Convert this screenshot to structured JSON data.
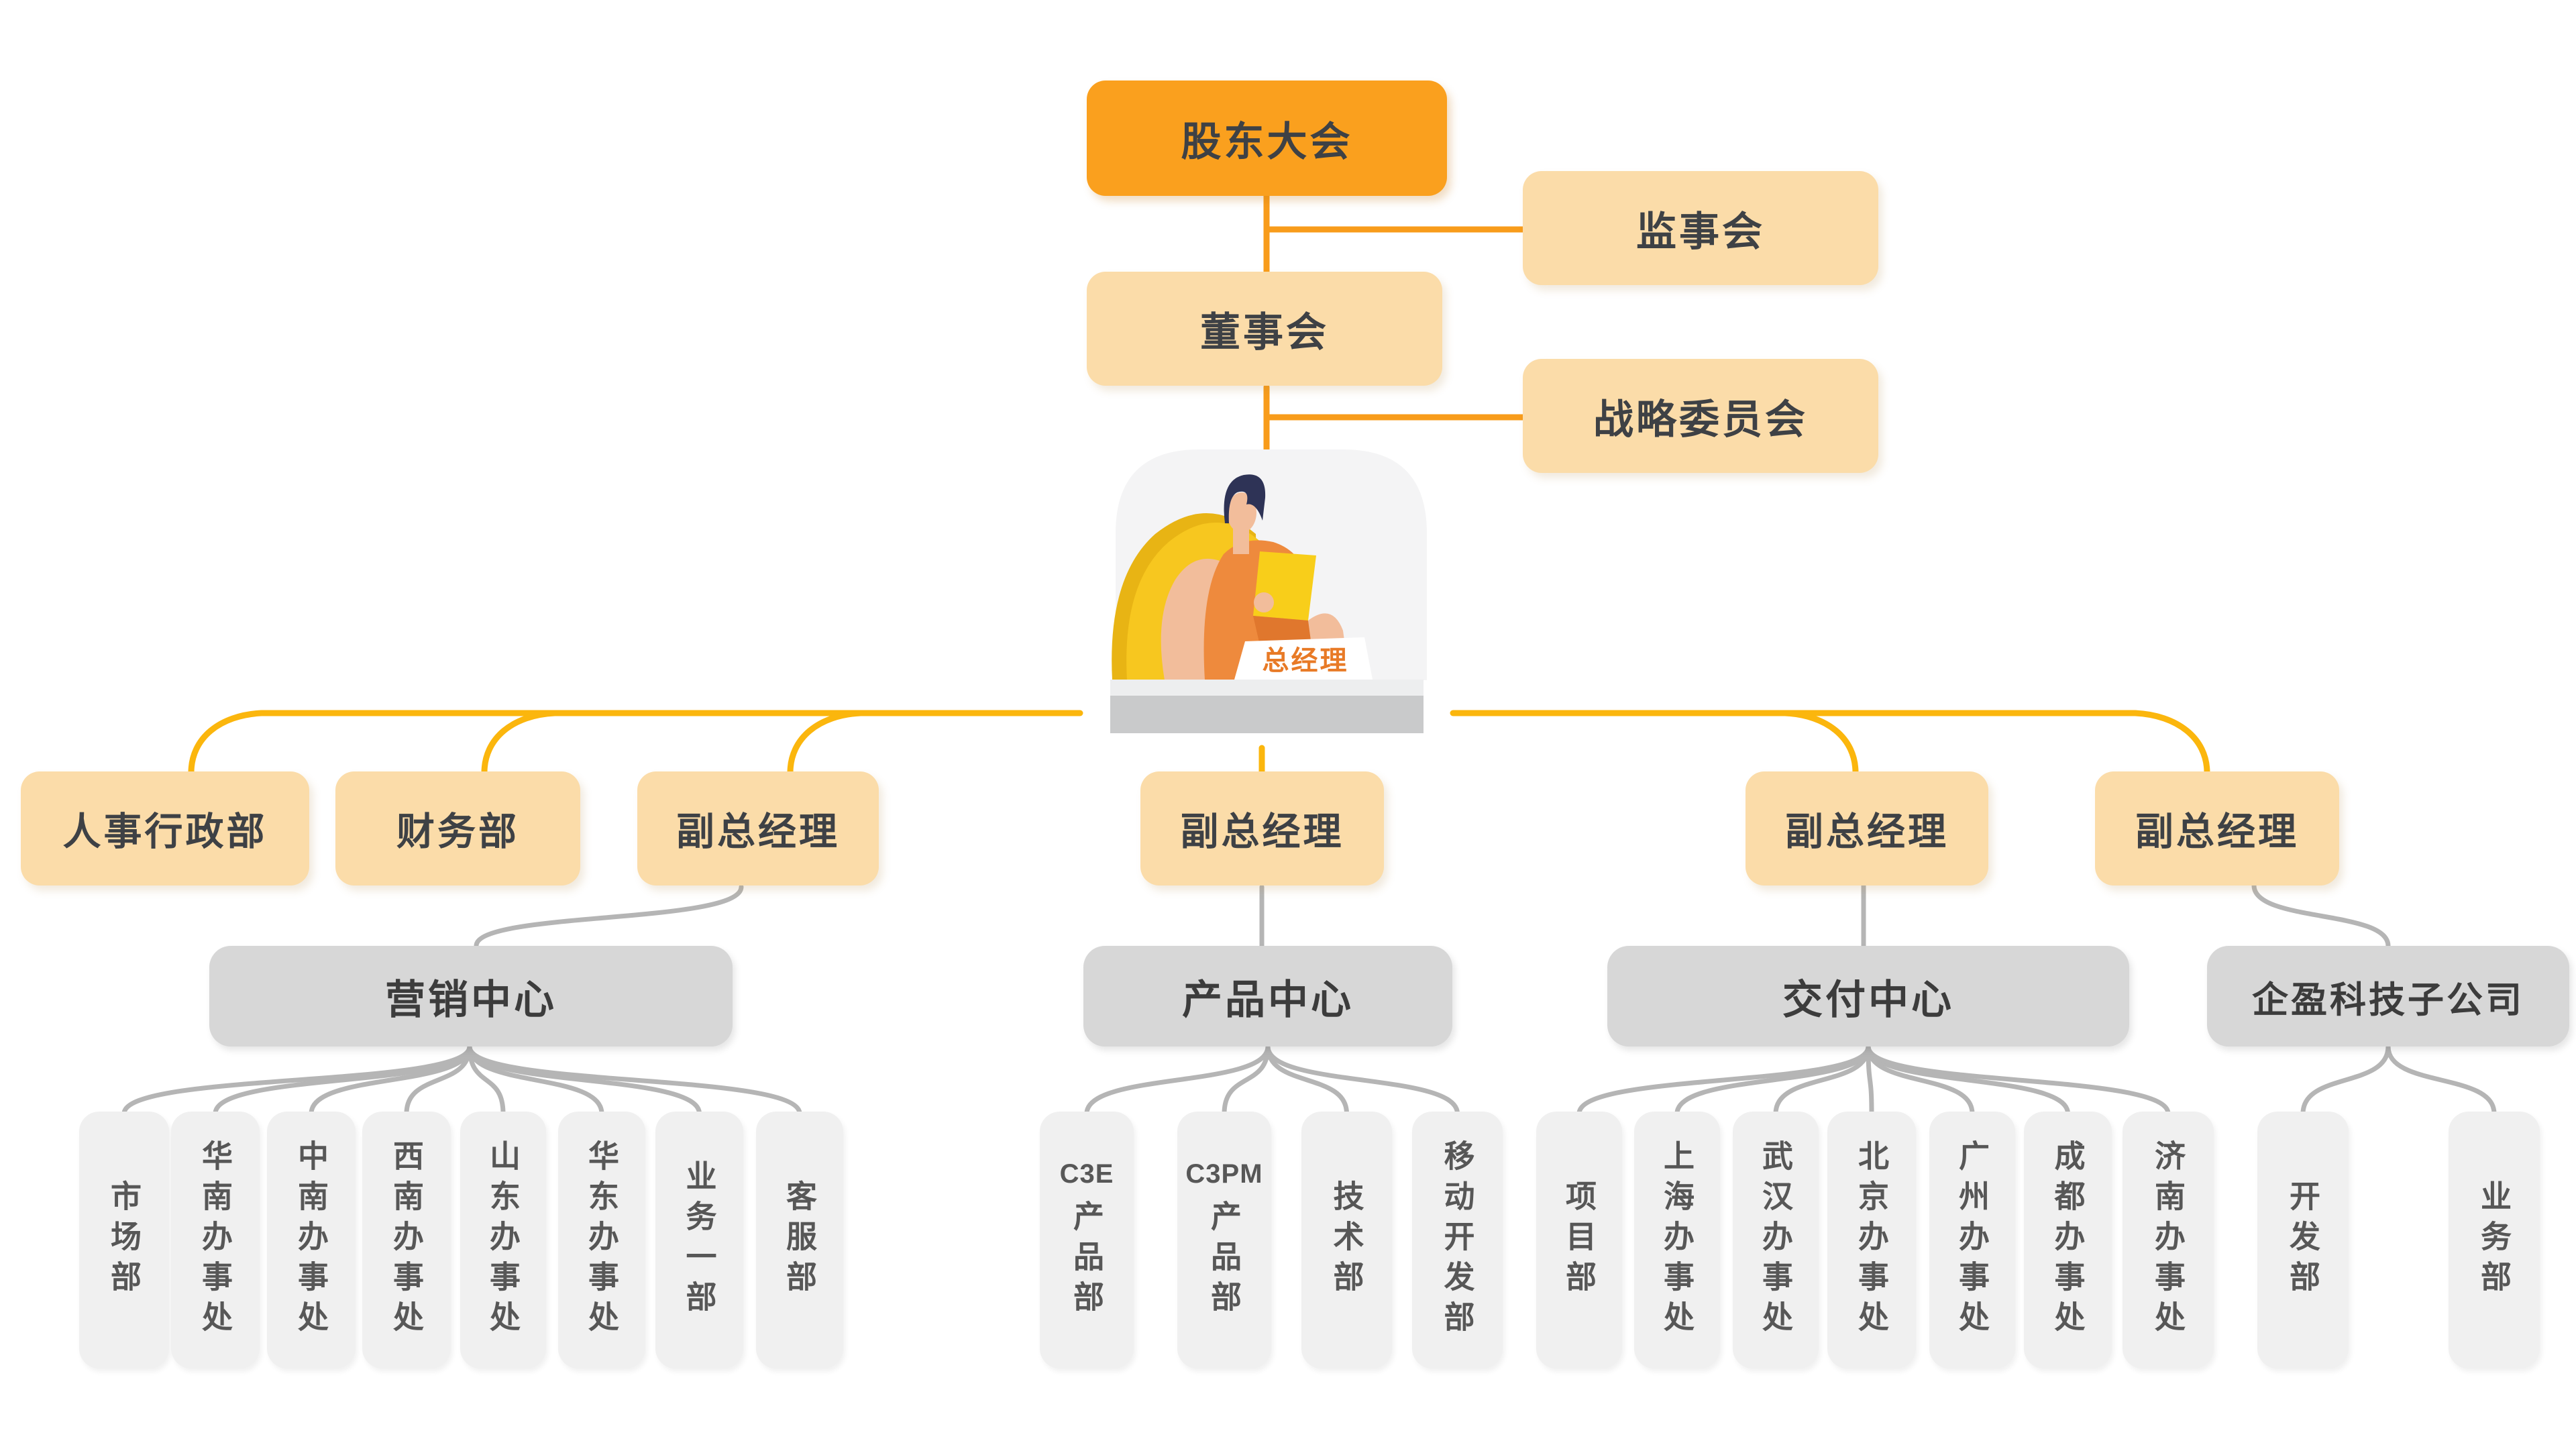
{
  "org": {
    "shareholders": {
      "label": "股东大会"
    },
    "supervisors": {
      "label": "监事会"
    },
    "board": {
      "label": "董事会"
    },
    "strategy": {
      "label": "战略委员会"
    },
    "general_manager": {
      "label": "总经理"
    },
    "hr": {
      "label": "人事行政部"
    },
    "finance": {
      "label": "财务部"
    },
    "vp1": {
      "label": "副总经理"
    },
    "vp2": {
      "label": "副总经理"
    },
    "vp3": {
      "label": "副总经理"
    },
    "vp4": {
      "label": "副总经理"
    },
    "marketing_center": {
      "label": "营销中心"
    },
    "product_center": {
      "label": "产品中心"
    },
    "delivery_center": {
      "label": "交付中心"
    },
    "subsidiary": {
      "label": "企盈科技子公司"
    }
  },
  "leaves": {
    "marketing": [
      {
        "text": "市场部"
      },
      {
        "text": "华南办事处"
      },
      {
        "text": "中南办事处"
      },
      {
        "text": "西南办事处"
      },
      {
        "text": "山东办事处"
      },
      {
        "text": "华东办事处"
      },
      {
        "text": "业务一部"
      },
      {
        "text": "客服部"
      }
    ],
    "product": [
      {
        "latin": "C3E",
        "text": "产品部"
      },
      {
        "latin": "C3PM",
        "text": "产品部"
      },
      {
        "latin": "",
        "text": "技术部"
      },
      {
        "latin": "",
        "text": "移动开发部"
      }
    ],
    "delivery": [
      {
        "text": "项目部"
      },
      {
        "text": "上海办事处"
      },
      {
        "text": "武汉办事处"
      },
      {
        "text": "北京办事处"
      },
      {
        "text": "广州办事处"
      },
      {
        "text": "成都办事处"
      },
      {
        "text": "济南办事处"
      }
    ],
    "subsidiary": [
      {
        "text": "开发部"
      },
      {
        "text": "业务部"
      }
    ]
  },
  "colors": {
    "accent_orange": "#FAA01E",
    "peach": "#FBDCA9",
    "gold_line": "#FBB60D",
    "orange_line": "#F89C1B",
    "gray_box": "#D7D7D7",
    "leaf_box": "#F0F0F0",
    "gray_line": "#B5B5B5",
    "text_dark": "#3E4145",
    "leaf_text": "#575757",
    "gm_text": "#E87A26"
  }
}
